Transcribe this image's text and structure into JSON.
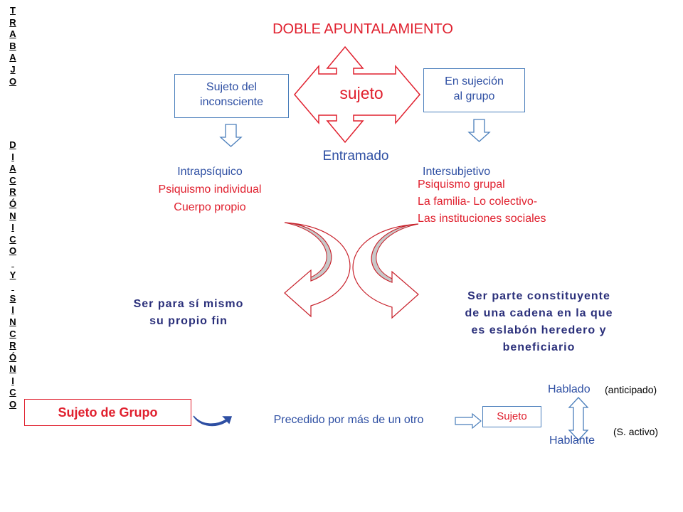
{
  "side_label": {
    "top": [
      "T",
      "R",
      "A",
      "B",
      "A",
      "J",
      "O"
    ],
    "bottom": [
      "D",
      "I",
      "A",
      "C",
      "R",
      "Ó",
      "N",
      "I",
      "C",
      "O",
      "",
      "Y",
      "",
      "S",
      "I",
      "N",
      "C",
      "R",
      "Ó",
      "N",
      "I",
      "C",
      "O"
    ]
  },
  "title": "DOBLE APUNTALAMIENTO",
  "center_label": "sujeto",
  "left_box": {
    "line1": "Sujeto del",
    "line2": "inconsciente"
  },
  "right_box": {
    "line1": "En sujeción",
    "line2": "al grupo"
  },
  "bottom_center": "Entramado",
  "left_column": {
    "heading": "Intrapsíquico",
    "line1": "Psiquismo individual",
    "line2": "Cuerpo propio"
  },
  "right_column": {
    "heading": "Intersubjetivo",
    "line1": "Psiquismo grupal",
    "line2": "La familia-  Lo colectivo-",
    "line3": "Las instituciones sociales"
  },
  "left_result": {
    "line1": "Ser para sí mismo",
    "line2": "su propio fin"
  },
  "right_result": {
    "line1": "Ser parte constituyente",
    "line2": "de una cadena en la que",
    "line3": "es eslabón heredero y",
    "line4": "beneficiario"
  },
  "group_box": "Sujeto de Grupo",
  "preceded_text": "Precedido por más de un otro",
  "sujeto_small": "Sujeto",
  "hablado": "Hablado",
  "anticipado": "(anticipado)",
  "hablante": "Hablante",
  "activo": "(S. activo)",
  "colors": {
    "blue": "#2e4fa3",
    "red": "#e0202e",
    "navy": "#2a2f7a",
    "box_border": "#4a7ebb",
    "shading": "#c8c8c8"
  }
}
